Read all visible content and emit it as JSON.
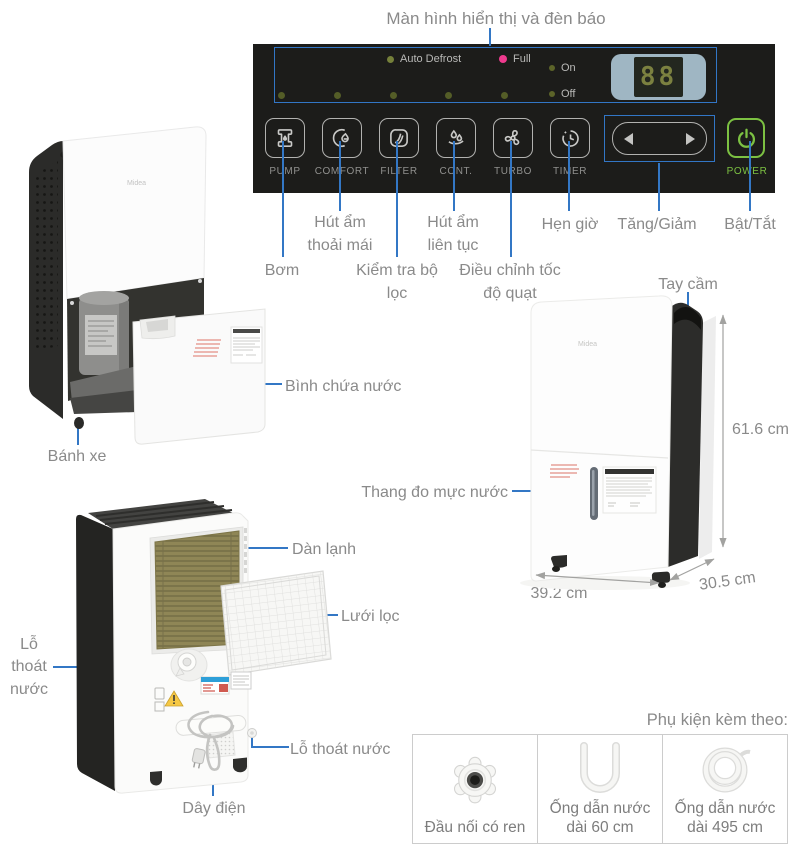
{
  "page": {
    "title": "Màn hình hiển thị và đèn báo"
  },
  "control_panel": {
    "indicators": {
      "auto_defrost": "Auto Defrost",
      "full": "Full",
      "on": "On",
      "off": "Off",
      "display_value": "88"
    },
    "buttons": [
      {
        "label": "PUMP",
        "callout": "Bơm"
      },
      {
        "label": "COMFORT",
        "callout": "Hút ẩm thoải mái"
      },
      {
        "label": "FILTER",
        "callout": "Kiểm tra bộ lọc"
      },
      {
        "label": "CONT.",
        "callout": "Hút ẩm liên tục"
      },
      {
        "label": "TURBO",
        "callout": "Điều chỉnh tốc độ quạt"
      },
      {
        "label": "TIMER",
        "callout": "Hẹn giờ"
      }
    ],
    "arrows_callout": "Tăng/Giảm",
    "power": {
      "label": "POWER",
      "callout": "Bật/Tắt"
    }
  },
  "product": {
    "brand": "Midea",
    "front_view": {
      "wheel": "Bánh xe",
      "tank": "Bình chứa nước"
    },
    "right_view": {
      "handle": "Tay cầm",
      "gauge": "Thang đo mực nước",
      "height": "61.6 cm",
      "width": "39.2 cm",
      "depth": "30.5 cm"
    },
    "back_view": {
      "coil": "Dàn lạnh",
      "filter": "Lưới lọc",
      "drain_left": "Lỗ thoát nước",
      "cord": "Dây điện",
      "drain_right": "Lỗ thoát nước"
    }
  },
  "accessories": {
    "title": "Phụ kiện kèm theo:",
    "items": [
      {
        "name": "Đầu nối có ren"
      },
      {
        "name": "Ống dẫn nước dài 60 cm"
      },
      {
        "name": "Ống dẫn nước dài 495 cm"
      }
    ]
  },
  "colors": {
    "accent_blue": "#3377C5",
    "label_gray": "#8A8A8A",
    "panel_black": "#1C1C1A",
    "power_green": "#7CC142",
    "full_pink": "#EF3A8E",
    "led_olive": "#75803A",
    "display_bg": "#9FB6C3"
  }
}
